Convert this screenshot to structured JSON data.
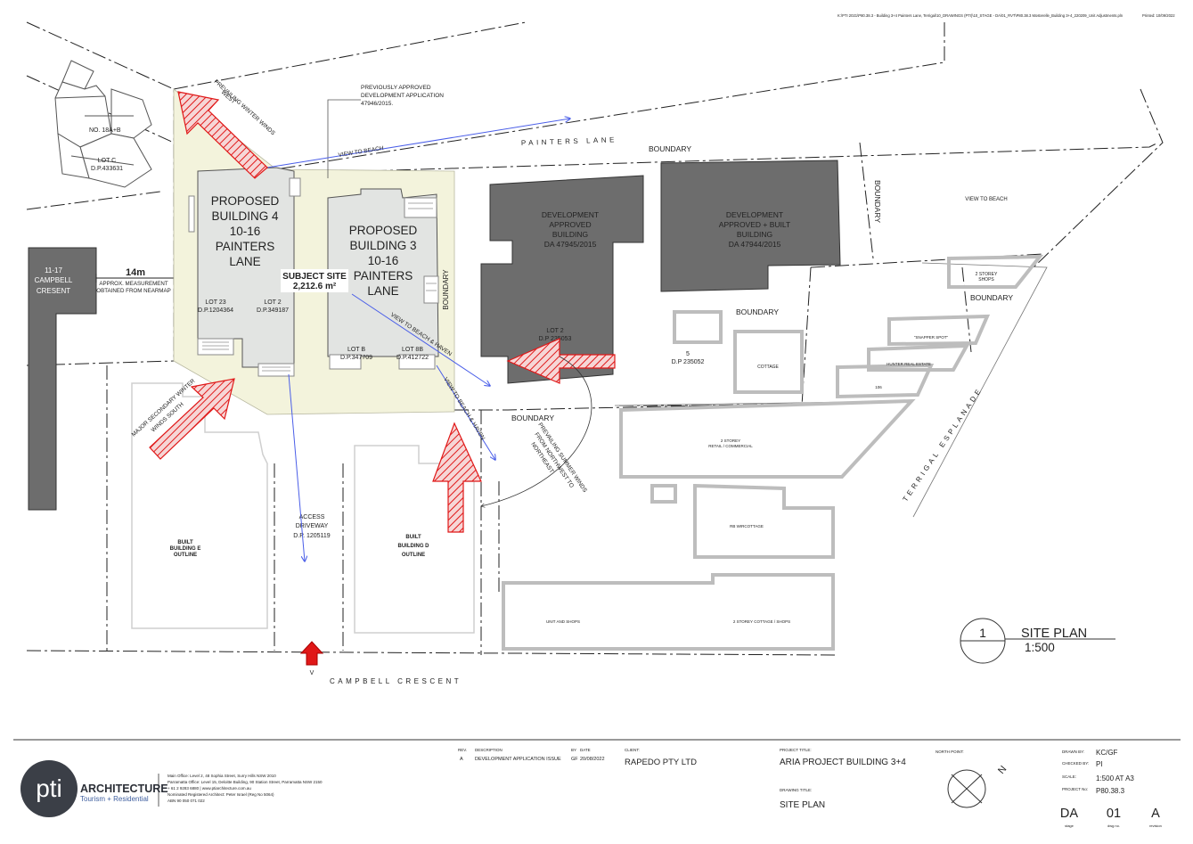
{
  "file_path": "K:\\PTI 2021\\P80.38.3 - Building 3+4 Painters Lane, Terrigal\\10_DRAWINGS (PTI)\\10_STAGE - DA\\01_RVT\\P80.38.3 Mosterelle_Building 3+4_220209_Unit Adjustments.pln",
  "printed_date": "Printed: 10/09/2022",
  "streets": {
    "painters_lane": "PAINTERS LANE",
    "campbell_crescent": "CAMPBELL CRESCENT",
    "terrigal_esplanade": "TERRIGAL ESPLANADE"
  },
  "buildings": {
    "b4": [
      "PROPOSED",
      "BUILDING 4",
      "10-16",
      "PAINTERS",
      "LANE"
    ],
    "b3": [
      "PROPOSED",
      "BUILDING 3",
      "10-16",
      "PAINTERS",
      "LANE"
    ],
    "dev1": [
      "DEVELOPMENT",
      "APPROVED",
      "BUILDING",
      "DA 47945/2015"
    ],
    "dev2": [
      "DEVELOPMENT",
      "APPROVED + BUILT",
      "BUILDING",
      "DA 47944/2015"
    ],
    "built_e": [
      "BUILT",
      "BUILDING E",
      "OUTLINE"
    ],
    "built_d": [
      "BUILT",
      "BUILDING D",
      "OUTLINE"
    ],
    "campbell_1117": [
      "11-17",
      "CAMPBELL",
      "CRESENT"
    ]
  },
  "subject_site": {
    "title": "SUBJECT SITE",
    "area": "2,212.6 m²"
  },
  "lots": {
    "lot23": [
      "LOT 23",
      "D.P.1204364"
    ],
    "lot2a": [
      "LOT 2",
      "D.P.349187"
    ],
    "lotb": [
      "LOT B",
      "D.P.347709"
    ],
    "lot8b": [
      "LOT 8B",
      "D.P.412722"
    ],
    "lot2b": [
      "LOT 2",
      "D.P 235053"
    ],
    "lot5": [
      "5",
      "D.P 235052"
    ],
    "lotc": [
      "LOT C",
      "D.P.433631"
    ],
    "no": "NO. 18A+B"
  },
  "labels": {
    "boundary": "BOUNDARY",
    "view_beach": "VIEW TO BEACH",
    "view_beach_haven": "VIEW TO BEACH & HAVEN",
    "prevailing_winter": [
      "PREVAILING WINTER WINDS",
      "WEST"
    ],
    "major_secondary": [
      "MAJOR SECONDARY WINTER",
      "WINDS SOUTH"
    ],
    "prevailing_summer": [
      "PREVAILING SUMMER WINDS",
      "FROM NORTHWEST TO",
      "NORTHEAST"
    ],
    "previously": [
      "PREVIOUSLY APPROVED",
      "DEVELOPMENT APPLICATION",
      "47946/2015."
    ],
    "access": [
      "ACCESS",
      "DRIVEWAY",
      "D.P. 1205119"
    ],
    "measure_value": "14m",
    "measure_note": [
      "APPROX. MEASUREMENT",
      "OBTAINED FROM NEARMAP"
    ],
    "two_storey_shops": [
      "2 STOREY",
      "SHOPS"
    ],
    "snapper": "\"SNAPPER SPOT\"",
    "hunter": "HUNTER REAL ESTATE",
    "cottage": "COTTAGE",
    "retail": [
      "2 STOREY",
      "RETAIL / COMMERCIAL"
    ],
    "rb_cottage": "RB WIRCOTTAGE",
    "unit_shops": "UNIT AND SHOPS",
    "cottage_shops": "2 STOREY COTTAGE / SHOPS",
    "num_106": "106",
    "v_mark": "V"
  },
  "site_plan": {
    "number": "1",
    "title": "SITE PLAN",
    "scale": "1:500"
  },
  "title_block": {
    "brand": "pti",
    "company": "ARCHITECTURE",
    "tagline": "Tourism + Residential",
    "address_lines": [
      "Main Office: Level 2, 48 Sophia Street, Surry Hills NSW 2010",
      "Parramatta Office: Level 15, Deloitte Building, 90 Station Street, Parramatta NSW 2150",
      "+ 61 2 9283 6880  |  www.ptiarchitecture.com.au",
      "Nominated Registered Architect: Peter Israel (Reg No 5064)",
      "ABN 90 050 071 022"
    ],
    "rev_header": "REV.",
    "desc_header": "DESCRIPTION",
    "by_header": "BY",
    "date_header": "DATE",
    "rev": "A",
    "desc": "DEVELOPMENT APPLICATION ISSUE",
    "by": "GF",
    "date": "20/08/2022",
    "client_label": "CLIENT:",
    "client": "RAPEDO PTY LTD",
    "project_label": "PROJECT TITLE:",
    "project": "ARIA PROJECT BUILDING 3+4",
    "drawing_label": "DRAWING TITLE:",
    "drawing": "SITE PLAN",
    "north_label": "NORTH POINT:",
    "north": "N",
    "drawn_label": "DRAWN BY:",
    "drawn": "KC/GF",
    "checked_label": "CHECKED BY:",
    "checked": "PI",
    "scale_label": "SCALE:",
    "scale": "1:500 AT A3",
    "projno_label": "PROJECT No:",
    "projno": "P80.38.3",
    "stage": "DA",
    "dwg": "01",
    "revision": "A",
    "stage_label": "stage",
    "dwg_label": "dwg no.",
    "rev_label": "revision"
  },
  "colors": {
    "site_fill": "#f3f3dc",
    "proposed_fill": "#e2e4e2",
    "approved_fill": "#6d6d6d",
    "arrow_red": "#e01818",
    "view_blue": "#4a5ee8"
  }
}
